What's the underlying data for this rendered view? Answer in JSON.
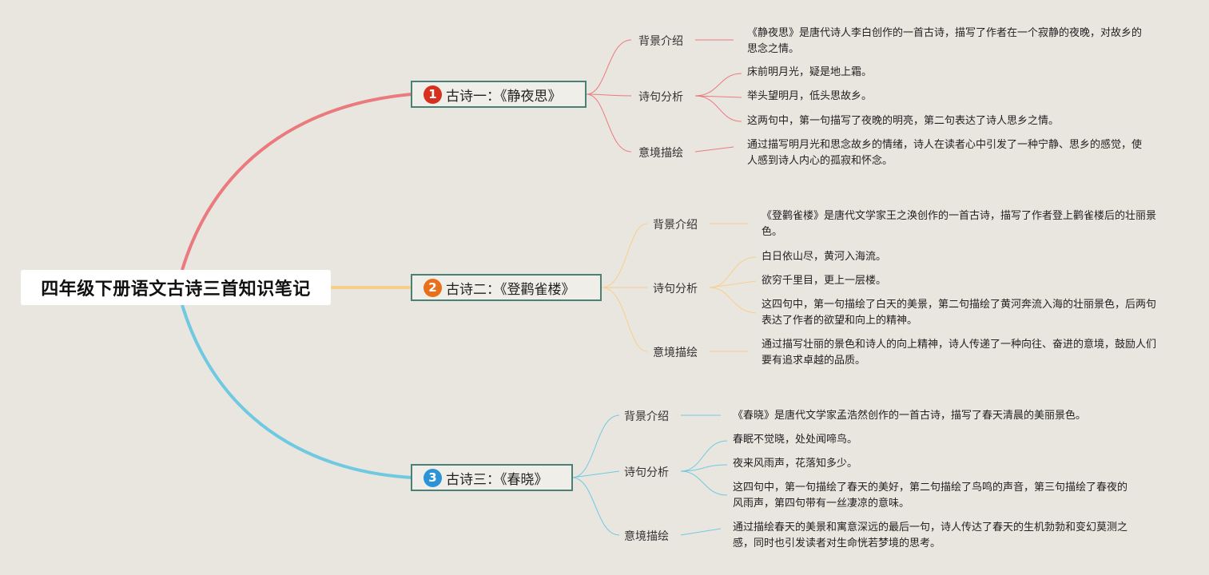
{
  "root": {
    "title": "四年级下册语文古诗三首知识笔记"
  },
  "colors": {
    "branch1": "#ea7a7e",
    "branch2": "#f7cf8a",
    "branch3": "#6fc9e0",
    "num1": "#d8301f",
    "num2": "#e8701d",
    "num3": "#2c93d6",
    "border": "#4a8078"
  },
  "branches": [
    {
      "num": "1",
      "title": "古诗一：《静夜思》",
      "sections": [
        {
          "label": "背景介绍",
          "leaves": [
            "《静夜思》是唐代诗人李白创作的一首古诗，描写了作者在一个寂静的夜晚，对故乡的思念之情。"
          ]
        },
        {
          "label": "诗句分析",
          "leaves": [
            "床前明月光，疑是地上霜。",
            "举头望明月，低头思故乡。",
            "这两句中，第一句描写了夜晚的明亮，第二句表达了诗人思乡之情。"
          ]
        },
        {
          "label": "意境描绘",
          "leaves": [
            "通过描写明月光和思念故乡的情绪，诗人在读者心中引发了一种宁静、思乡的感觉，使人感到诗人内心的孤寂和怀念。"
          ]
        }
      ]
    },
    {
      "num": "2",
      "title": "古诗二：《登鹳雀楼》",
      "sections": [
        {
          "label": "背景介绍",
          "leaves": [
            "《登鹳雀楼》是唐代文学家王之涣创作的一首古诗，描写了作者登上鹳雀楼后的壮丽景色。"
          ]
        },
        {
          "label": "诗句分析",
          "leaves": [
            "白日依山尽，黄河入海流。",
            "欲穷千里目，更上一层楼。",
            "这四句中，第一句描绘了白天的美景，第二句描绘了黄河奔流入海的壮丽景色，后两句表达了作者的欲望和向上的精神。"
          ]
        },
        {
          "label": "意境描绘",
          "leaves": [
            "通过描写壮丽的景色和诗人的向上精神，诗人传递了一种向往、奋进的意境，鼓励人们要有追求卓越的品质。"
          ]
        }
      ]
    },
    {
      "num": "3",
      "title": "古诗三：《春晓》",
      "sections": [
        {
          "label": "背景介绍",
          "leaves": [
            "《春晓》是唐代文学家孟浩然创作的一首古诗，描写了春天清晨的美丽景色。"
          ]
        },
        {
          "label": "诗句分析",
          "leaves": [
            "春眠不觉晓，处处闻啼鸟。",
            "夜来风雨声，花落知多少。",
            "这四句中，第一句描绘了春天的美好，第二句描绘了鸟鸣的声音，第三句描绘了春夜的风雨声，第四句带有一丝凄凉的意味。"
          ]
        },
        {
          "label": "意境描绘",
          "leaves": [
            "通过描绘春天的美景和寓意深远的最后一句，诗人传达了春天的生机勃勃和变幻莫测之感，同时也引发读者对生命恍若梦境的思考。"
          ]
        }
      ]
    }
  ]
}
